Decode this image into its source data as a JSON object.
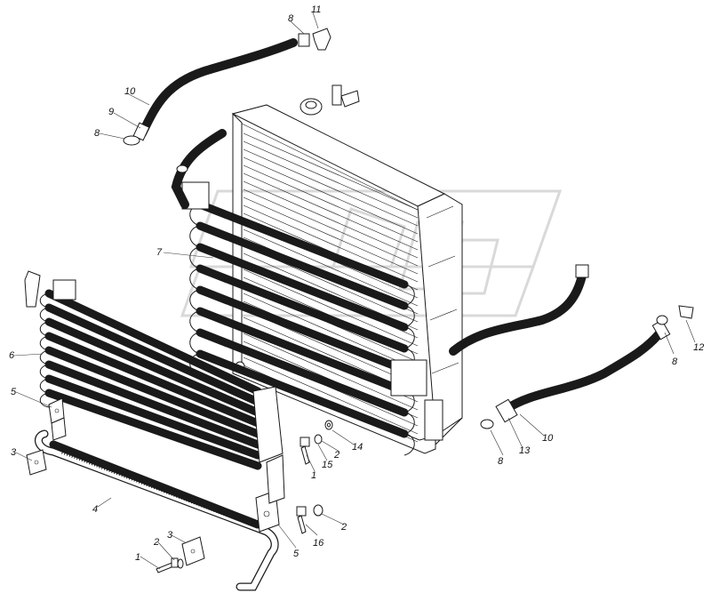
{
  "callouts": [
    {
      "id": "c8a",
      "text": "8"
    },
    {
      "id": "c11",
      "text": "11"
    },
    {
      "id": "c10a",
      "text": "10"
    },
    {
      "id": "c9",
      "text": "9"
    },
    {
      "id": "c8b",
      "text": "8"
    },
    {
      "id": "c7",
      "text": "7"
    },
    {
      "id": "c6",
      "text": "6"
    },
    {
      "id": "c5a",
      "text": "5"
    },
    {
      "id": "c3a",
      "text": "3"
    },
    {
      "id": "c4",
      "text": "4"
    },
    {
      "id": "c2a",
      "text": "2"
    },
    {
      "id": "c3b",
      "text": "3"
    },
    {
      "id": "c1a",
      "text": "1"
    },
    {
      "id": "c5b",
      "text": "5"
    },
    {
      "id": "c16",
      "text": "16"
    },
    {
      "id": "c2b",
      "text": "2"
    },
    {
      "id": "c1b",
      "text": "1"
    },
    {
      "id": "c15",
      "text": "15"
    },
    {
      "id": "c2c",
      "text": "2"
    },
    {
      "id": "c14",
      "text": "14"
    },
    {
      "id": "c8c",
      "text": "8"
    },
    {
      "id": "c13",
      "text": "13"
    },
    {
      "id": "c10b",
      "text": "10"
    },
    {
      "id": "c8d",
      "text": "8"
    },
    {
      "id": "c12",
      "text": "12"
    }
  ],
  "colors": {
    "line": "#1a1a1a",
    "watermark": "#d9d9d9",
    "background": "#ffffff"
  }
}
